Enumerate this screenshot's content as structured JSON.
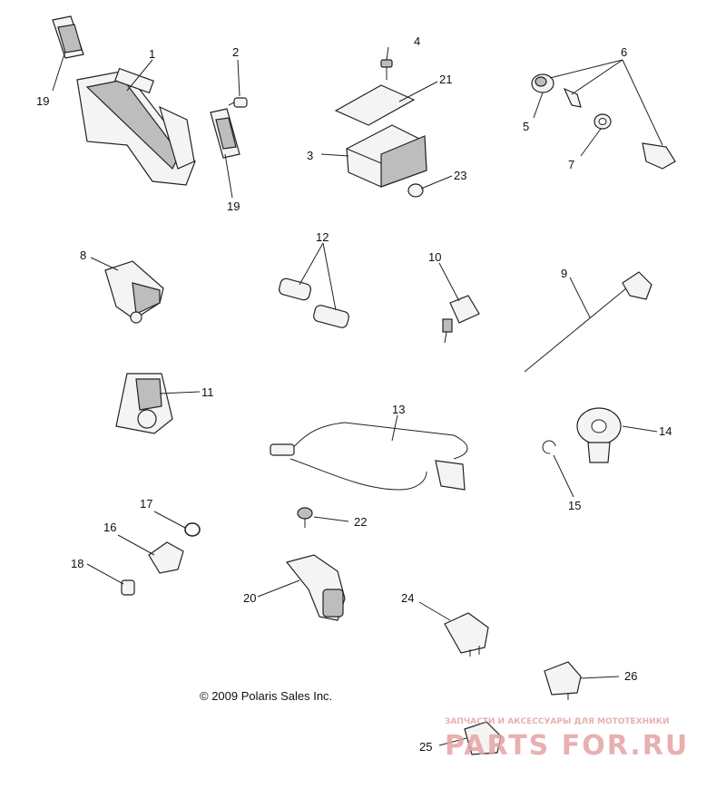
{
  "callouts": [
    "1",
    "2",
    "3",
    "4",
    "5",
    "6",
    "7",
    "8",
    "9",
    "10",
    "11",
    "12",
    "13",
    "14",
    "15",
    "16",
    "17",
    "18",
    "19",
    "19",
    "20",
    "21",
    "22",
    "23",
    "24",
    "25",
    "26"
  ],
  "copyright": "© 2009 Polaris Sales Inc.",
  "watermark": {
    "tagline": "ЗАПЧАСТИ И АКСЕССУАРЫ ДЛЯ МОТОТЕХНИКИ",
    "brand": "PARTS FOR.RU",
    "color": "#e5a3a3"
  }
}
